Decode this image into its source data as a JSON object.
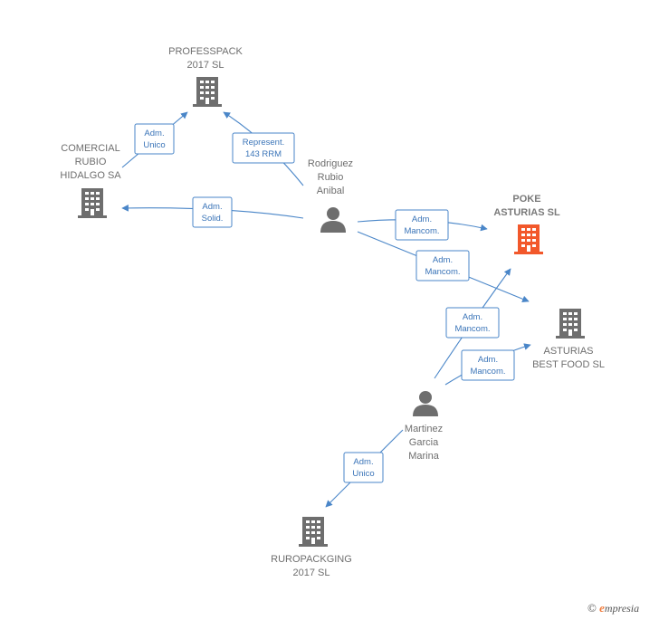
{
  "companies": [
    {
      "id": "professpack",
      "lines": [
        "PROFESSPACK",
        "2017  SL"
      ],
      "focus": false
    },
    {
      "id": "comercial",
      "lines": [
        "COMERCIAL",
        "RUBIO",
        "HIDALGO SA"
      ],
      "focus": false
    },
    {
      "id": "poke",
      "lines": [
        "POKE",
        "ASTURIAS  SL"
      ],
      "focus": true
    },
    {
      "id": "asturias",
      "lines": [
        "ASTURIAS",
        "BEST FOOD  SL"
      ],
      "focus": false
    },
    {
      "id": "ruropack",
      "lines": [
        "RUROPACKGING",
        "2017  SL"
      ],
      "focus": false
    }
  ],
  "persons": [
    {
      "id": "rodriguez",
      "lines": [
        "Rodriguez",
        "Rubio",
        "Anibal"
      ]
    },
    {
      "id": "martinez",
      "lines": [
        "Martinez",
        "Garcia",
        "Marina"
      ]
    }
  ],
  "edges": [
    {
      "id": "comercial-professpack",
      "lines": [
        "Adm.",
        "Unico"
      ]
    },
    {
      "id": "rodriguez-professpack",
      "lines": [
        "Represent.",
        "143 RRM"
      ]
    },
    {
      "id": "rodriguez-comercial",
      "lines": [
        "Adm.",
        "Solid."
      ]
    },
    {
      "id": "rodriguez-poke",
      "lines": [
        "Adm.",
        "Mancom."
      ]
    },
    {
      "id": "rodriguez-asturias",
      "lines": [
        "Adm.",
        "Mancom."
      ]
    },
    {
      "id": "martinez-poke",
      "lines": [
        "Adm.",
        "Mancom."
      ]
    },
    {
      "id": "martinez-asturias",
      "lines": [
        "Adm.",
        "Mancom."
      ]
    },
    {
      "id": "martinez-ruropack",
      "lines": [
        "Adm.",
        "Unico"
      ]
    }
  ],
  "colors": {
    "edge": "#4a86c8",
    "node": "#6e6e6e",
    "focus_node": "#f2582b"
  },
  "icons": {
    "company": "building-icon",
    "person": "person-icon"
  },
  "footer": {
    "copyright": "©",
    "brand_initial": "e",
    "brand_rest": "mpresia"
  }
}
